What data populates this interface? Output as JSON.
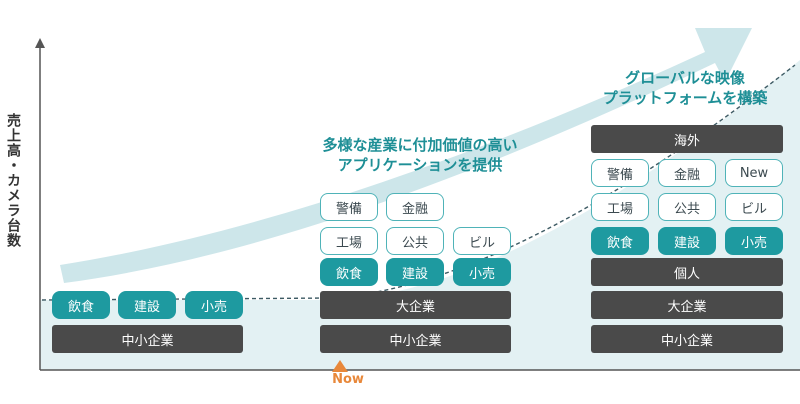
{
  "axis": {
    "y_label": "売上高・カメラ台数"
  },
  "now_label": "Now",
  "headings": {
    "middle": [
      "多様な産業に付加価値の高い",
      "アプリケーションを提供"
    ],
    "right": [
      "グローバルな映像",
      "プラットフォームを構築"
    ]
  },
  "stage_now": {
    "pills": [
      {
        "label": "飲食",
        "style": "filled"
      },
      {
        "label": "建設",
        "style": "filled"
      },
      {
        "label": "小売",
        "style": "filled"
      }
    ],
    "bars": [
      "中小企業"
    ]
  },
  "stage_middle": {
    "pills": [
      {
        "label": "警備",
        "style": "outline"
      },
      {
        "label": "金融",
        "style": "outline"
      },
      {
        "label": "工場",
        "style": "outline"
      },
      {
        "label": "公共",
        "style": "outline"
      },
      {
        "label": "ビル",
        "style": "outline"
      },
      {
        "label": "飲食",
        "style": "filled"
      },
      {
        "label": "建設",
        "style": "filled"
      },
      {
        "label": "小売",
        "style": "filled"
      }
    ],
    "bars": [
      "大企業",
      "中小企業"
    ]
  },
  "stage_future": {
    "top_bar": "海外",
    "pills": [
      {
        "label": "警備",
        "style": "outline"
      },
      {
        "label": "金融",
        "style": "outline"
      },
      {
        "label": "New",
        "style": "outline"
      },
      {
        "label": "工場",
        "style": "outline"
      },
      {
        "label": "公共",
        "style": "outline"
      },
      {
        "label": "ビル",
        "style": "outline"
      },
      {
        "label": "飲食",
        "style": "filled"
      },
      {
        "label": "建設",
        "style": "filled"
      },
      {
        "label": "小売",
        "style": "filled"
      }
    ],
    "bars": [
      "個人",
      "大企業",
      "中小企業"
    ]
  },
  "colors": {
    "teal": "#1e9aa0",
    "teal_outline": "#4fb3b8",
    "dark_bar": "#4a4a4a",
    "area": "#d9ecee",
    "arrow": "#cfe7ea",
    "now_marker": "#e8883a"
  }
}
